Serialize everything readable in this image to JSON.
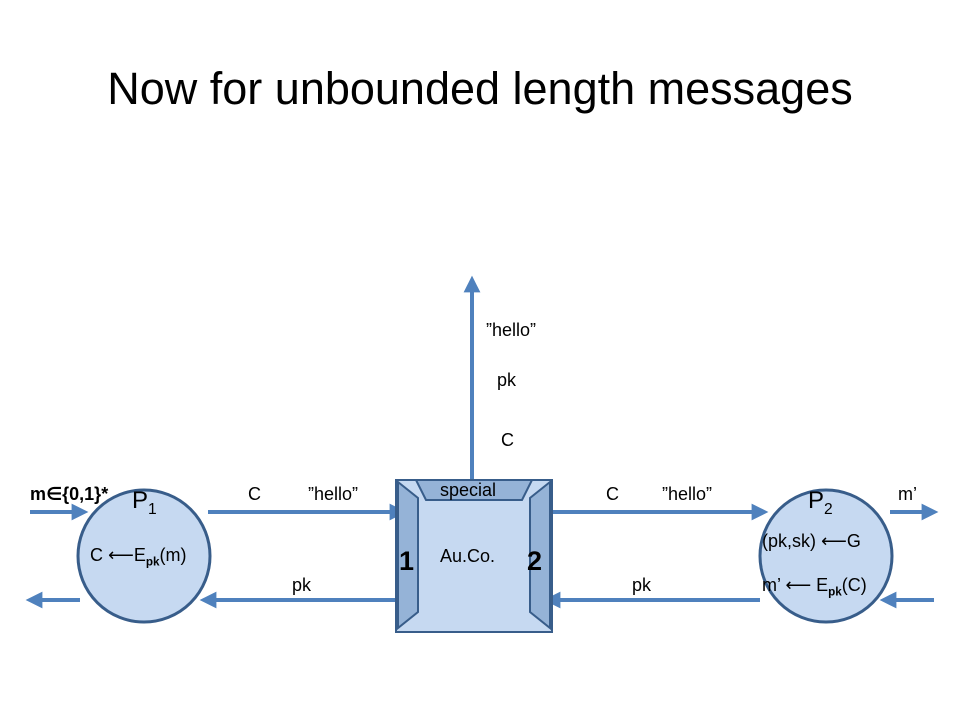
{
  "slide": {
    "title": "Now for unbounded length messages"
  },
  "colors": {
    "line": "#4f81bd",
    "node_fill": "#c6d9f1",
    "node_stroke": "#385d8a",
    "port_fill": "#95b3d7"
  },
  "arrows": {
    "top": {
      "hello": "”hello”",
      "pk": "pk",
      "c": "C"
    },
    "left_top": {
      "c": "C",
      "hello": "”hello”"
    },
    "left_bottom": {
      "pk": "pk"
    },
    "right_top": {
      "c": "C",
      "hello": "”hello”"
    },
    "right_bottom": {
      "pk": "pk"
    }
  },
  "p1": {
    "name": "P",
    "index": "1",
    "input_m": "m",
    "input_elem": "∈",
    "input_set": "{0,1}*",
    "enc_left": "C ",
    "enc_arrow": "⟵",
    "enc_e": "E",
    "enc_sub": "pk",
    "enc_arg": "(m)"
  },
  "p2": {
    "name": "P",
    "index": "2",
    "output": "m’",
    "keygen_left": "(pk,sk) ",
    "keygen_arrow": "⟵",
    "keygen_right": "G",
    "dec_left": "m’ ",
    "dec_arrow": "⟵",
    "dec_e": " E",
    "dec_sub": "pk",
    "dec_arg": "(C)"
  },
  "auco": {
    "label": "Au.Co.",
    "special": "special",
    "port1": "1",
    "port2": "2"
  }
}
